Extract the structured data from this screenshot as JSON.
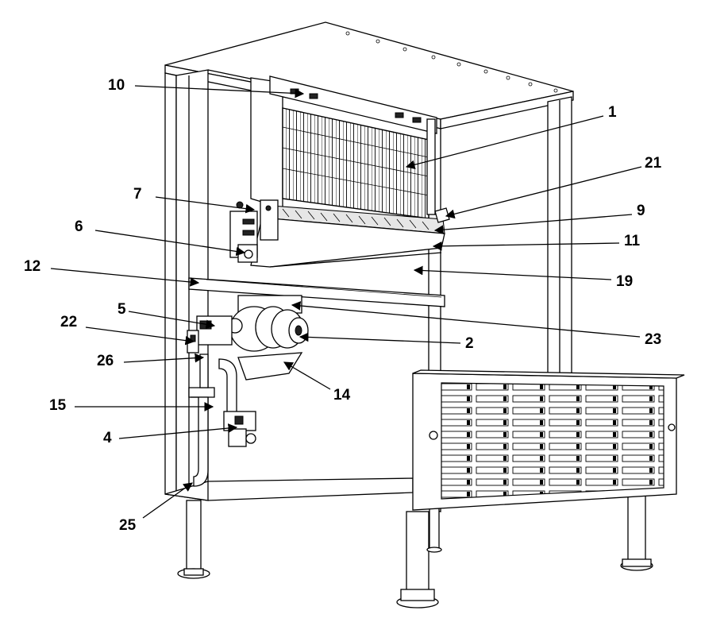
{
  "colors": {
    "ink": "#000000",
    "paper": "#ffffff",
    "shade": "#e6e6e6"
  },
  "callouts": [
    {
      "id": "c10",
      "label": "10"
    },
    {
      "id": "c1",
      "label": "1"
    },
    {
      "id": "c21",
      "label": "21"
    },
    {
      "id": "c7",
      "label": "7"
    },
    {
      "id": "c9",
      "label": "9"
    },
    {
      "id": "c6",
      "label": "6"
    },
    {
      "id": "c11",
      "label": "11"
    },
    {
      "id": "c12",
      "label": "12"
    },
    {
      "id": "c19",
      "label": "19"
    },
    {
      "id": "c5",
      "label": "5"
    },
    {
      "id": "c22",
      "label": "22"
    },
    {
      "id": "c23",
      "label": "23"
    },
    {
      "id": "c2",
      "label": "2"
    },
    {
      "id": "c26",
      "label": "26"
    },
    {
      "id": "c14",
      "label": "14"
    },
    {
      "id": "c15",
      "label": "15"
    },
    {
      "id": "c4",
      "label": "4"
    },
    {
      "id": "c25",
      "label": "25"
    }
  ]
}
